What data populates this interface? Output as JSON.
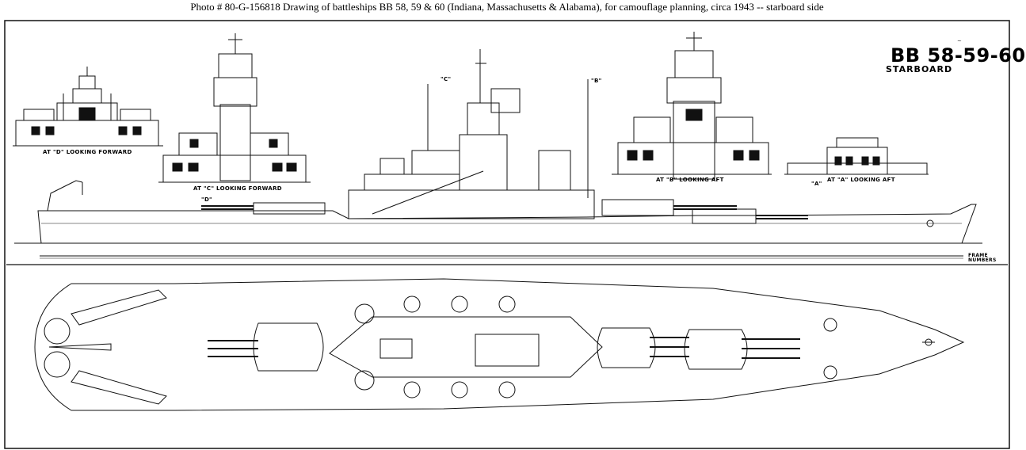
{
  "caption": "Photo # 80-G-156818     Drawing of battleships BB 58, 59 & 60 (Indiana, Massachusetts & Alabama), for camouflage planning, circa 1943 -- starboard side",
  "sheet": {
    "title": "BB 58-59-60",
    "subtitle": "STARBOARD",
    "views": [
      {
        "id": "d",
        "label": "AT \"D\" LOOKING FORWARD"
      },
      {
        "id": "c",
        "label": "AT \"C\" LOOKING FORWARD"
      },
      {
        "id": "b",
        "label": "AT \"B\" LOOKING AFT"
      },
      {
        "id": "a",
        "label": "AT \"A\" LOOKING AFT"
      }
    ],
    "section_markers": [
      "\"D\"",
      "\"C\"",
      "\"B\"",
      "\"A\""
    ],
    "frame_numbers_label": [
      "FRAME",
      "NUMBERS"
    ]
  }
}
